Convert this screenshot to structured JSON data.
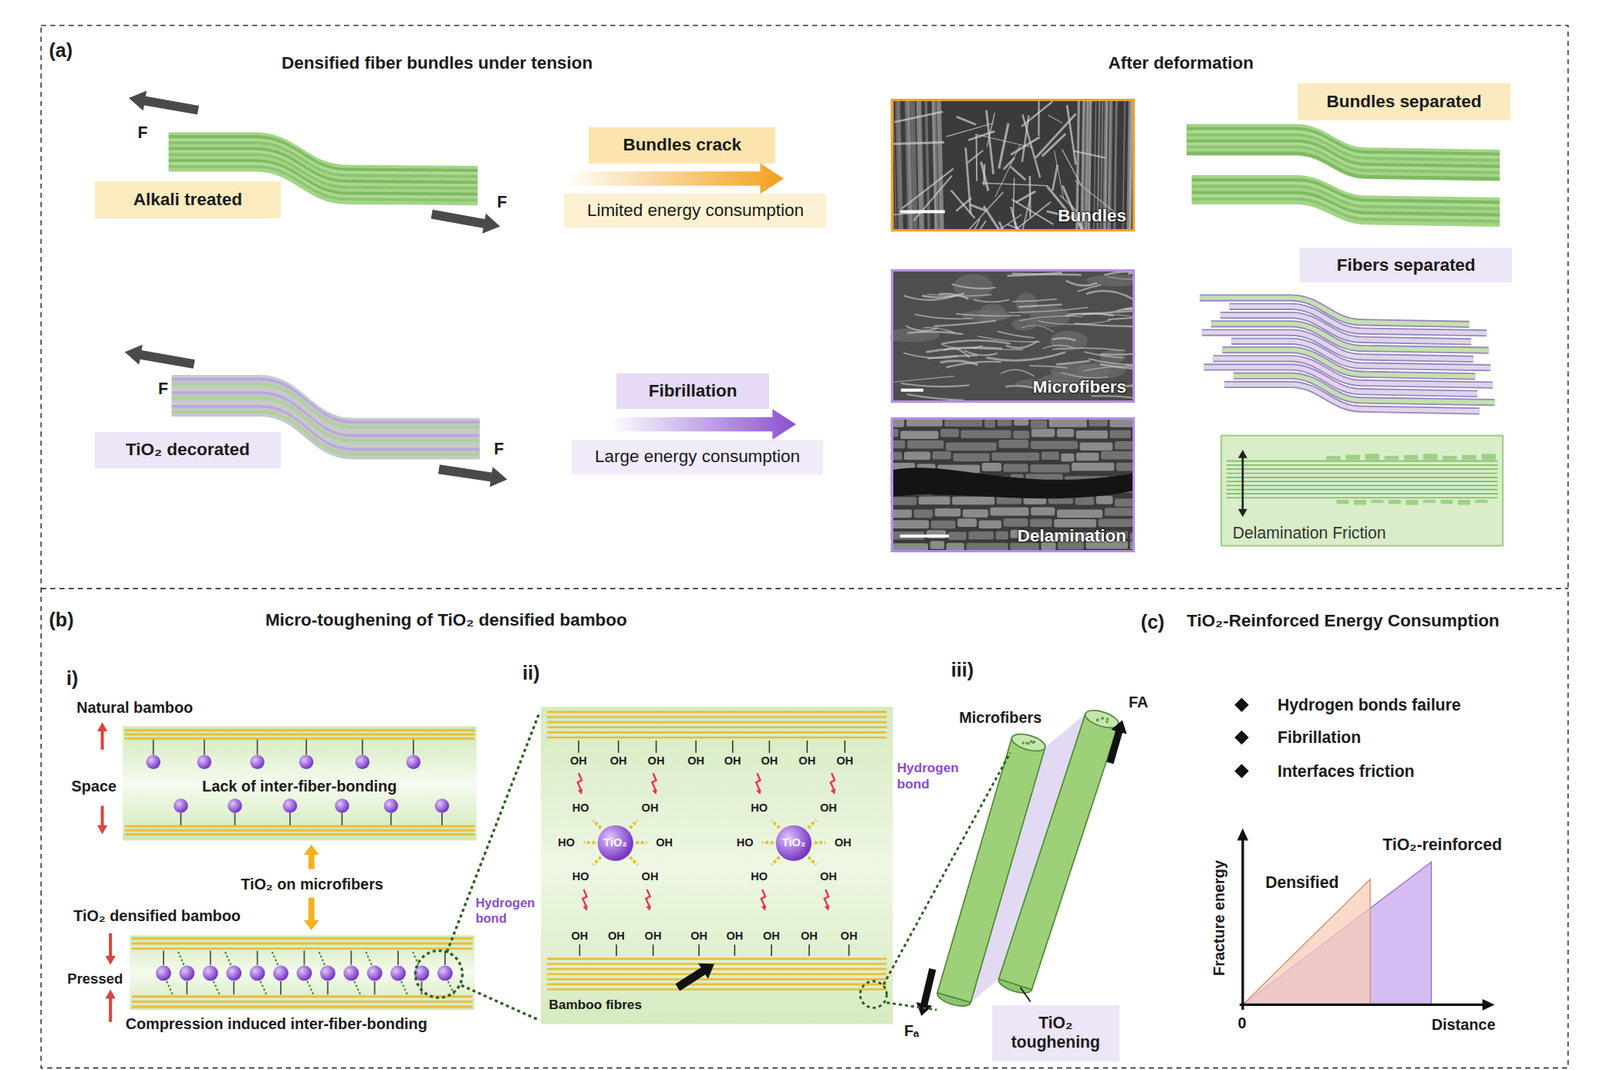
{
  "diagram": {
    "nodes": [
      {
        "text": [
          "Alkali treated"
        ]
      },
      {
        "text": [
          "Bundles crack"
        ]
      },
      {
        "text": [
          "Limited energy consumption"
        ]
      },
      {
        "text": [
          "Bundles"
        ]
      },
      {
        "text": [
          "Bundles separated"
        ]
      },
      {
        "text": [
          "TiO₂ decorated"
        ]
      },
      {
        "text": [
          "Fibrillation"
        ]
      },
      {
        "text": [
          "Large energy consumption"
        ]
      },
      {
        "text": [
          "Microfibers"
        ]
      },
      {
        "text": [
          "Fibers separated"
        ]
      },
      {
        "text": [
          "Delamination"
        ]
      },
      {
        "text": [
          "Delamination Friction"
        ]
      },
      {
        "text": [
          "Natural bamboo",
          "Lack of inter-fiber-bonding"
        ]
      },
      {
        "text": [
          "TiO₂ densified bamboo"
        ]
      },
      {
        "text": [
          "Bamboo fibres"
        ]
      },
      {
        "text": [
          "TiO₂"
        ],
        "in": 14
      },
      {
        "text": [
          "TiO₂"
        ],
        "in": 14
      },
      {
        "text": [
          "TiO₂ toughening"
        ]
      }
    ],
    "labels": [
      "(a)",
      "Densified fiber bundles under tension",
      "After deformation",
      "F",
      "F",
      "F",
      "F",
      "(b)",
      "Micro-toughening of TiO₂ densified bamboo",
      "i)",
      "Space",
      "TiO₂ on microfibers",
      "Pressed",
      "Compression induced inter-fiber-bonding",
      "ii)",
      "OH",
      "OH",
      "OH",
      "OH",
      "OH",
      "OH",
      "OH",
      "OH",
      "Hydrogen bond",
      "HO",
      "OH",
      "HO",
      "OH",
      "HO",
      "OH",
      "HO",
      "OH",
      "HO",
      "OH",
      "HO",
      "OH",
      "Hydrogen bond",
      "OH",
      "OH",
      "OH",
      "OH",
      "OH",
      "OH",
      "OH",
      "OH",
      "iii)",
      "Microfibers",
      "FA",
      "Fₐ",
      "(c)",
      "TiO₂-Reinforced Energy Consumption",
      "Hydrogen bonds failure",
      "Fibrillation",
      "Interfaces friction",
      "Fracture energy",
      "0",
      "Distance",
      "Densified",
      "TiO₂-reinforced"
    ]
  }
}
